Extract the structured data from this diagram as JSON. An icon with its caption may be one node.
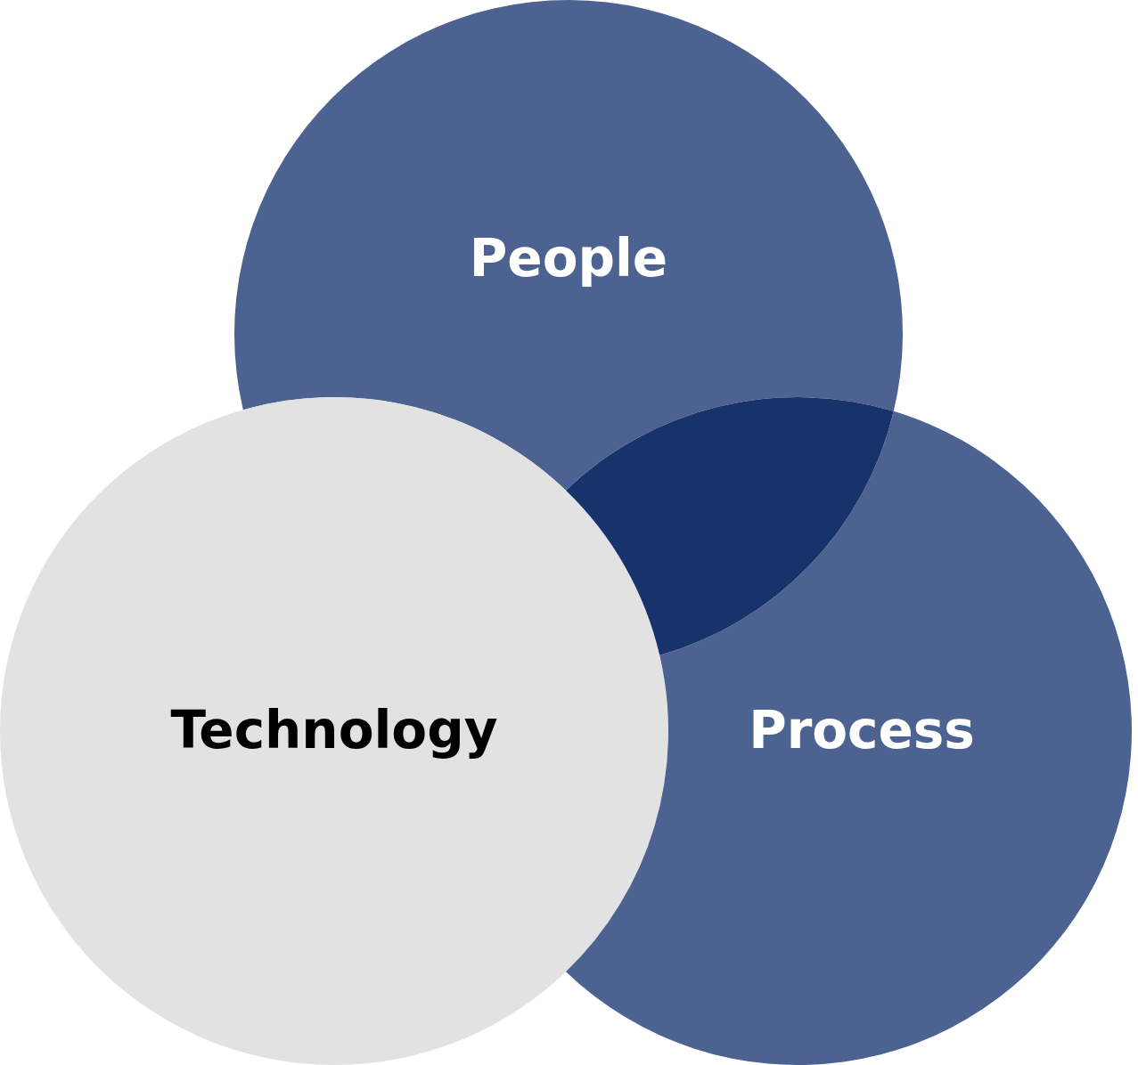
{
  "diagram": {
    "nodes": [
      {
        "text": [
          "People"
        ]
      },
      {
        "text": [
          "Technology"
        ]
      },
      {
        "text": [
          "Process"
        ]
      },
      {
        "text": [],
        "shape": "lens"
      }
    ]
  }
}
